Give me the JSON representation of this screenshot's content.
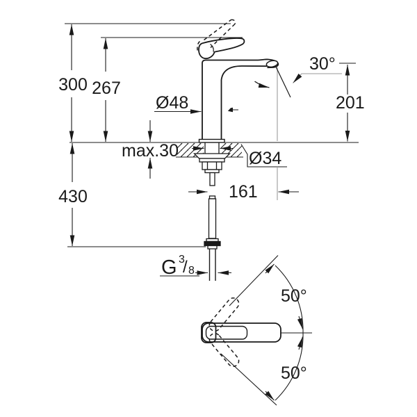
{
  "drawing": {
    "product": "single-lever-basin-mixer-technical-drawing",
    "dimensions": {
      "overall_height": "300",
      "handle_height": "267",
      "spout_outlet_height": "201",
      "spout_angle": "30°",
      "body_diameter": "Ø48",
      "max_deck_thickness": "max.30",
      "hole_diameter": "Ø34",
      "spout_reach": "161",
      "supply_length": "430",
      "thread": {
        "prefix": "G",
        "numerator": "3",
        "slash": "/",
        "denominator": "8"
      },
      "handle_swing_up": "50°",
      "handle_swing_down": "50°"
    },
    "colors": {
      "line": "#1a1a1a",
      "extension_line": "#9a9a9a",
      "background": "#ffffff"
    }
  }
}
